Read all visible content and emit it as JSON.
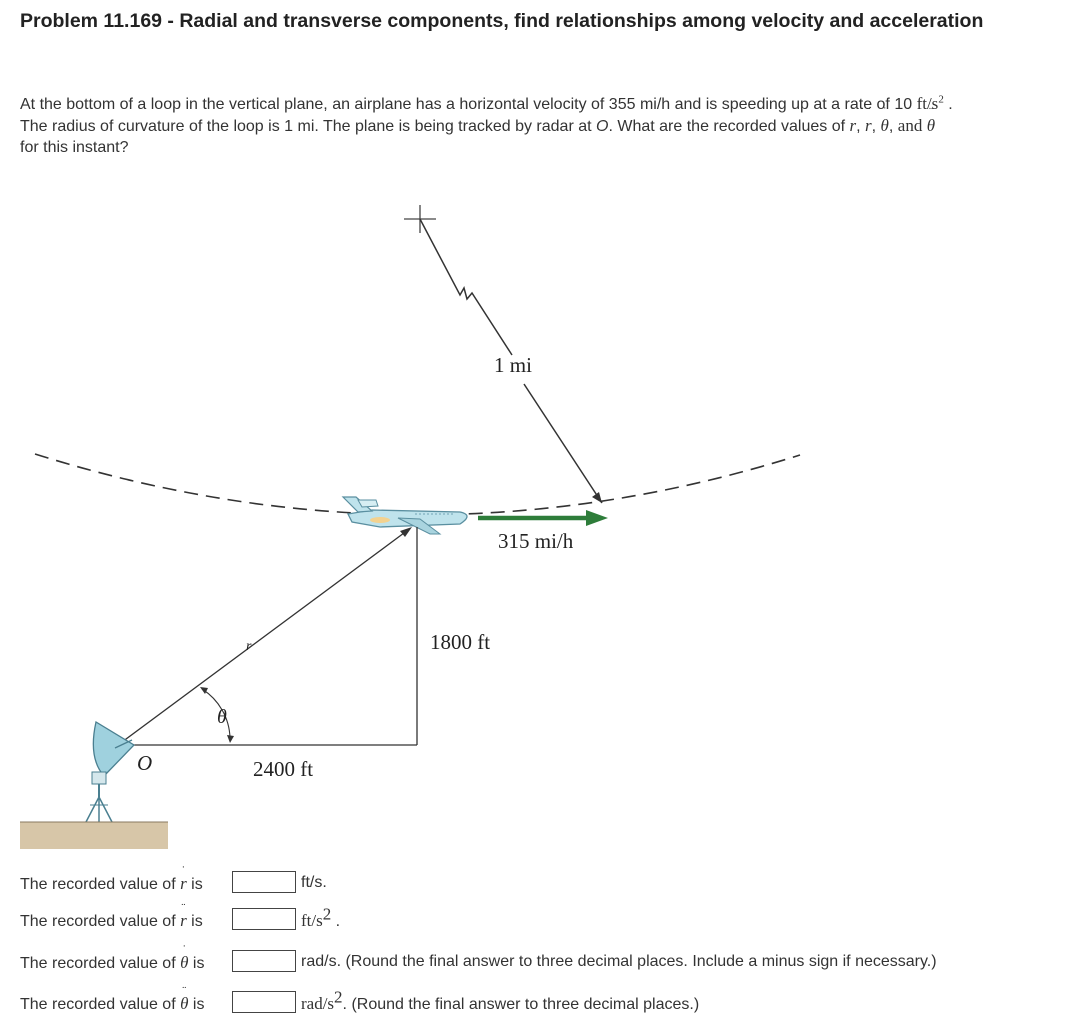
{
  "problem": {
    "title": "Problem 11.169 - Radial and transverse components, find relationships among velocity and acceleration",
    "line1": "At the bottom of a loop in the vertical plane, an airplane has a horizontal velocity of 355 mi/h and is speeding up at a rate of 10",
    "line1_unit": "ft/s",
    "line2a": "The radius of curvature of the loop is 1 mi. The plane is being tracked by radar at ",
    "line2_O": "O",
    "line2b": ". What are the recorded values of",
    "and_word": "and",
    "line3": "for this instant?"
  },
  "figure": {
    "label_radius": "1 mi",
    "label_speed": "315 mi/h",
    "label_height": "1800 ft",
    "label_distance": "2400 ft",
    "label_r": "r",
    "label_theta": "θ",
    "label_O": "O",
    "arrow_color": "#2e7d3a"
  },
  "questions": [
    {
      "prefix": "The recorded value of ",
      "symbol": "r",
      "accent": "˙",
      "suffix": " is",
      "unit": "ft/s.",
      "unit_math": "",
      "note": ""
    },
    {
      "prefix": "The recorded value of ",
      "symbol": "r",
      "accent": "¨",
      "suffix": " is",
      "unit": "",
      "unit_math": "ft/s",
      "note": ""
    },
    {
      "prefix": "The recorded value of ",
      "symbol": "θ",
      "accent": "˙",
      "suffix": " is",
      "unit": "rad/s. (Round the final answer to three decimal places. Include a minus sign if necessary.)",
      "unit_math": "",
      "note": ""
    },
    {
      "prefix": "The recorded value of ",
      "symbol": "θ",
      "accent": "¨",
      "suffix": " is",
      "unit": "",
      "unit_math": "rad/s",
      "note": ". (Round the final answer to three decimal places.)"
    }
  ]
}
